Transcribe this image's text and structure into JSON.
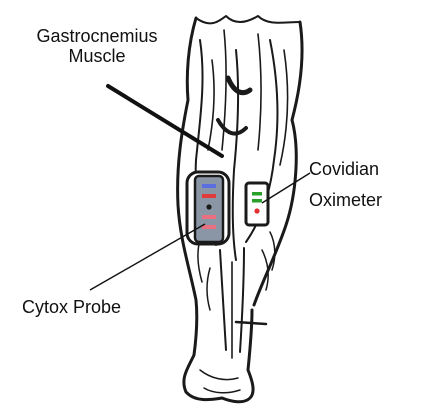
{
  "diagram": {
    "labels": {
      "muscle_line1": "Gastrocnemius",
      "muscle_line2": "Muscle",
      "oximeter_line1": "Covidian",
      "oximeter_line2": "Oximeter",
      "probe": "Cytox Probe"
    },
    "colors": {
      "outline": "#1a1a1a",
      "probe_fill": "#8a96a6",
      "probe_blue": "#5a6ee0",
      "probe_red": "#e03a3a",
      "probe_pink": "#e87080",
      "oximeter_green": "#2aa02a",
      "oximeter_red": "#e03030"
    }
  }
}
